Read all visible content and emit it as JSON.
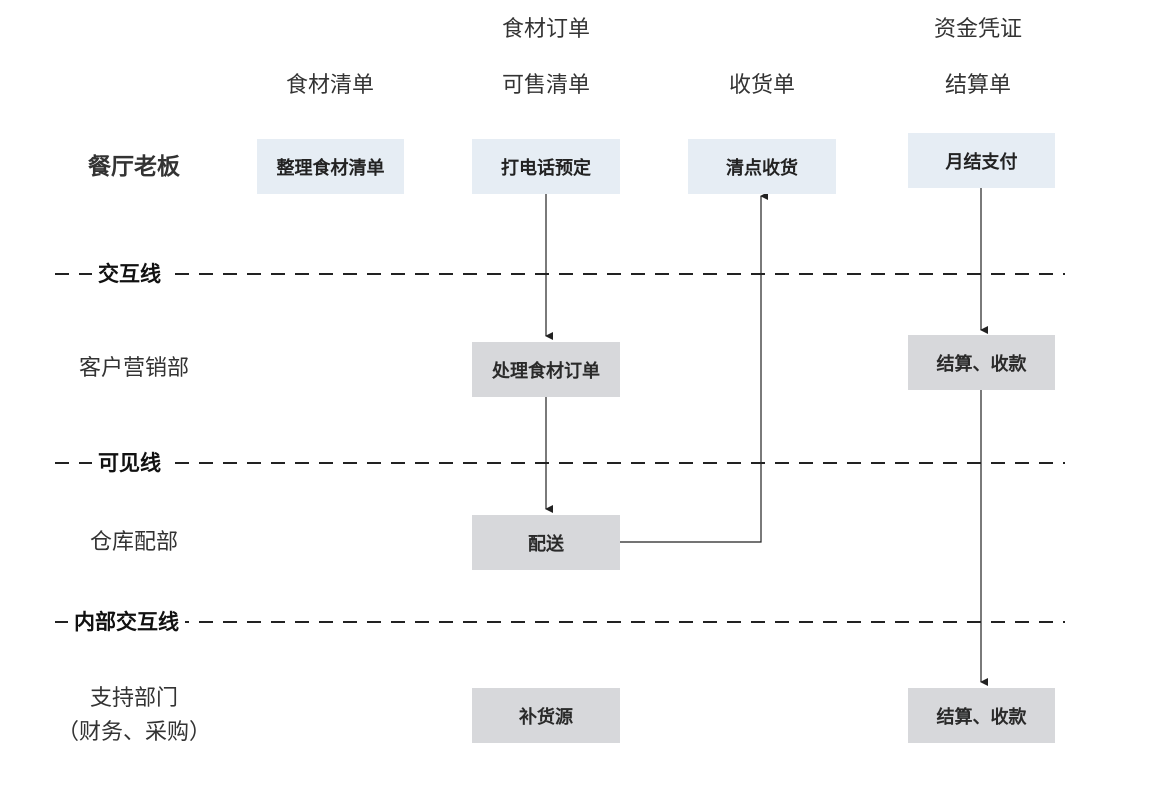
{
  "column_headers_top": {
    "order": "食材订单",
    "voucher": "资金凭证"
  },
  "column_headers": {
    "list": "食材清单",
    "sale_list": "可售清单",
    "receipt": "收货单",
    "statement": "结算单"
  },
  "roles": {
    "boss": "餐厅老板",
    "marketing": "客户营销部",
    "warehouse": "仓库配部",
    "support_line1": "支持部门",
    "support_line2": "（财务、采购）"
  },
  "lines": {
    "interaction": "交互线",
    "visibility": "可见线",
    "internal": "内部交互线"
  },
  "steps": {
    "prepare_list": "整理食材清单",
    "phone_order": "打电话预定",
    "check_receive": "清点收货",
    "monthly_pay": "月结支付",
    "process_order": "处理食材订单",
    "settle_collect_1": "结算、收款",
    "deliver": "配送",
    "restock": "补货源",
    "settle_collect_2": "结算、收款"
  },
  "colors": {
    "customer_box": "#e6edf4",
    "internal_box": "#d7d8db"
  }
}
